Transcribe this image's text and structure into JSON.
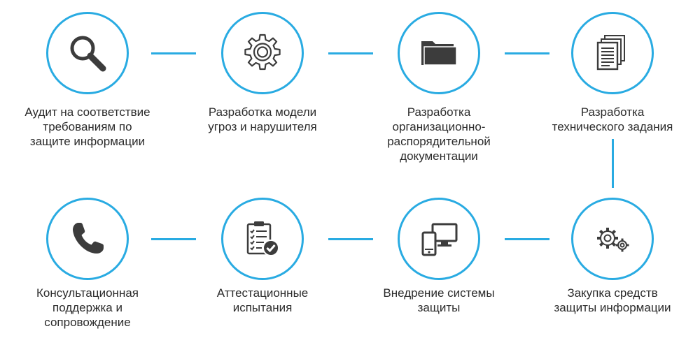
{
  "colors": {
    "accent": "#29abe2",
    "icon": "#3c3c3c",
    "text": "#2b2b2b",
    "background": "#ffffff"
  },
  "steps": [
    {
      "icon": "magnifier-icon",
      "label": "Аудит на соответствие\nтребованиям по\nзащите информации"
    },
    {
      "icon": "gear-icon",
      "label": "Разработка модели\nугроз и нарушителя"
    },
    {
      "icon": "folder-icon",
      "label": "Разработка\nорганизационно-\nраспорядительной\nдокументации"
    },
    {
      "icon": "documents-icon",
      "label": "Разработка\nтехнического задания"
    },
    {
      "icon": "gears-icon",
      "label": "Закупка средств\nзащиты информации"
    },
    {
      "icon": "devices-icon",
      "label": "Внедрение системы\nзащиты"
    },
    {
      "icon": "checklist-icon",
      "label": "Аттестационные\nиспытания"
    },
    {
      "icon": "phone-icon",
      "label": "Консультационная\nподдержка и\nсопровождение"
    }
  ]
}
